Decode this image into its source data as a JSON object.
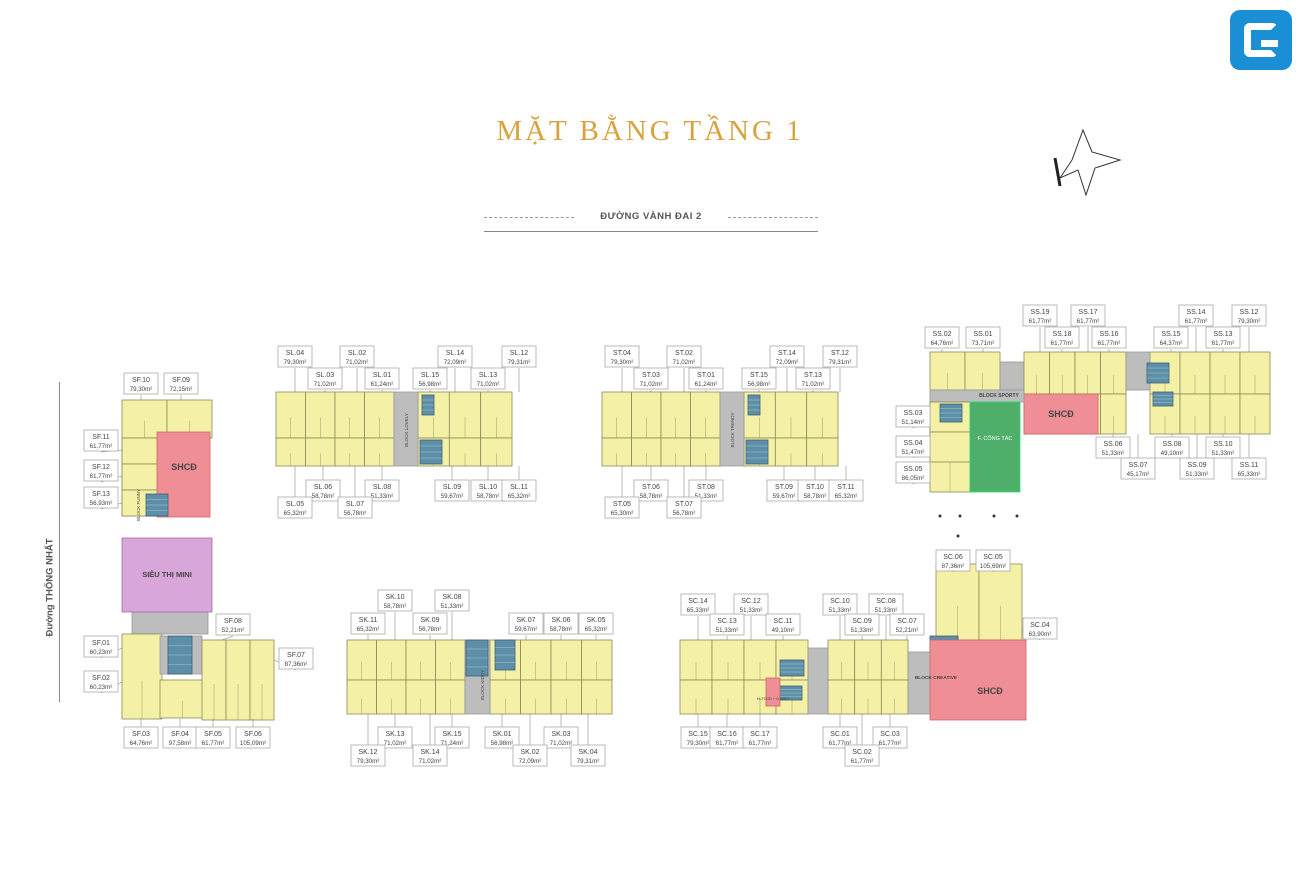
{
  "title": "MẶT BẰNG TẦNG 1",
  "road_top": "ĐƯỜNG VÀNH ĐAI 2",
  "road_left": "Đường THỐNG NHẤT",
  "colors": {
    "unit": "#f4f1a6",
    "unit_border": "#8a8a5a",
    "corridor": "#bdbdbd",
    "core": "#5f8ea8",
    "shcd": "#ef8f95",
    "market": "#d9a6d9",
    "garden": "#4fae6a",
    "text": "#444444",
    "title": "#d8a33f",
    "logo": "#1b8fd6"
  },
  "blocks": {
    "sf_tag": "BLOCK FUNNY",
    "sl_tag": "BLOCK LOVELY",
    "st_tag": "BLOCK TRENDY",
    "sk_tag": "BLOCK KIDDY",
    "ss_tag": "BLOCK SPORTY",
    "sc_tag": "BLOCK CREATIVE",
    "supermarket": "SIÊU THỊ MINI",
    "shcd": "SHCĐ",
    "garden": "F. CÔNG TÁC",
    "hifood": "HI-FOOD + COMBO"
  },
  "units": [
    {
      "id": "SF.10",
      "area": "79,30m²"
    },
    {
      "id": "SF.09",
      "area": "72,15m²"
    },
    {
      "id": "SF.11",
      "area": "61,77m²"
    },
    {
      "id": "SF.12",
      "area": "61,77m²"
    },
    {
      "id": "SF.13",
      "area": "56,93m²"
    },
    {
      "id": "SF.08",
      "area": "52,21m²"
    },
    {
      "id": "SF.01",
      "area": "60,23m²"
    },
    {
      "id": "SF.02",
      "area": "60,23m²"
    },
    {
      "id": "SF.07",
      "area": "87,36m²"
    },
    {
      "id": "SF.03",
      "area": "64,76m²"
    },
    {
      "id": "SF.04",
      "area": "97,58m²"
    },
    {
      "id": "SF.05",
      "area": "61,77m²"
    },
    {
      "id": "SF.06",
      "area": "105,09m²"
    },
    {
      "id": "SL.04",
      "area": "79,30m²"
    },
    {
      "id": "SL.02",
      "area": "71,02m²"
    },
    {
      "id": "SL.14",
      "area": "72,09m²"
    },
    {
      "id": "SL.12",
      "area": "79,31m²"
    },
    {
      "id": "SL.03",
      "area": "71,02m²"
    },
    {
      "id": "SL.01",
      "area": "61,24m²"
    },
    {
      "id": "SL.15",
      "area": "56,98m²"
    },
    {
      "id": "SL.13",
      "area": "71,02m²"
    },
    {
      "id": "SL.05",
      "area": "65,32m²"
    },
    {
      "id": "SL.06",
      "area": "58,78m²"
    },
    {
      "id": "SL.08",
      "area": "51,33m²"
    },
    {
      "id": "SL.09",
      "area": "59,67m²"
    },
    {
      "id": "SL.10",
      "area": "58,78m²"
    },
    {
      "id": "SL.11",
      "area": "65,32m²"
    },
    {
      "id": "SL.07",
      "area": "56,78m²"
    },
    {
      "id": "ST.04",
      "area": "79,30m²"
    },
    {
      "id": "ST.02",
      "area": "71,02m²"
    },
    {
      "id": "ST.14",
      "area": "72,09m²"
    },
    {
      "id": "ST.12",
      "area": "79,31m²"
    },
    {
      "id": "ST.03",
      "area": "71,02m²"
    },
    {
      "id": "ST.01",
      "area": "61,24m²"
    },
    {
      "id": "ST.15",
      "area": "56,98m²"
    },
    {
      "id": "ST.13",
      "area": "71,02m²"
    },
    {
      "id": "ST.06",
      "area": "58,78m²"
    },
    {
      "id": "ST.08",
      "area": "51,33m²"
    },
    {
      "id": "ST.09",
      "area": "59,67m²"
    },
    {
      "id": "ST.10",
      "area": "58,78m²"
    },
    {
      "id": "ST.11",
      "area": "65,32m²"
    },
    {
      "id": "ST.05",
      "area": "65,30m²"
    },
    {
      "id": "ST.07",
      "area": "56,78m²"
    },
    {
      "id": "SS.19",
      "area": "61,77m²"
    },
    {
      "id": "SS.17",
      "area": "61,77m²"
    },
    {
      "id": "SS.14",
      "area": "61,77m²"
    },
    {
      "id": "SS.12",
      "area": "79,30m²"
    },
    {
      "id": "SS.02",
      "area": "64,76m²"
    },
    {
      "id": "SS.01",
      "area": "73,71m²"
    },
    {
      "id": "SS.18",
      "area": "61,77m²"
    },
    {
      "id": "SS.16",
      "area": "61,77m²"
    },
    {
      "id": "SS.15",
      "area": "64,37m²"
    },
    {
      "id": "SS.13",
      "area": "61,77m²"
    },
    {
      "id": "SS.03",
      "area": "51,14m²"
    },
    {
      "id": "SS.04",
      "area": "51,47m²"
    },
    {
      "id": "SS.05",
      "area": "86,05m²"
    },
    {
      "id": "SS.06",
      "area": "51,33m²"
    },
    {
      "id": "SS.08",
      "area": "49,10m²"
    },
    {
      "id": "SS.10",
      "area": "51,33m²"
    },
    {
      "id": "SS.07",
      "area": "45,17m²"
    },
    {
      "id": "SS.09",
      "area": "51,33m²"
    },
    {
      "id": "SS.11",
      "area": "65,33m²"
    },
    {
      "id": "SK.10",
      "area": "58,78m²"
    },
    {
      "id": "SK.08",
      "area": "51,33m²"
    },
    {
      "id": "SK.11",
      "area": "65,32m²"
    },
    {
      "id": "SK.09",
      "area": "56,78m²"
    },
    {
      "id": "SK.07",
      "area": "59,67m²"
    },
    {
      "id": "SK.06",
      "area": "58,78m²"
    },
    {
      "id": "SK.05",
      "area": "65,32m²"
    },
    {
      "id": "SK.13",
      "area": "71,02m²"
    },
    {
      "id": "SK.15",
      "area": "71,24m²"
    },
    {
      "id": "SK.01",
      "area": "56,98m²"
    },
    {
      "id": "SK.03",
      "area": "71,02m²"
    },
    {
      "id": "SK.12",
      "area": "79,30m²"
    },
    {
      "id": "SK.14",
      "area": "71,02m²"
    },
    {
      "id": "SK.02",
      "area": "72,09m²"
    },
    {
      "id": "SK.04",
      "area": "79,31m²"
    },
    {
      "id": "SC.06",
      "area": "87,36m²"
    },
    {
      "id": "SC.05",
      "area": "105,69m²"
    },
    {
      "id": "SC.14",
      "area": "65,33m²"
    },
    {
      "id": "SC.12",
      "area": "51,33m²"
    },
    {
      "id": "SC.10",
      "area": "51,33m²"
    },
    {
      "id": "SC.08",
      "area": "51,33m²"
    },
    {
      "id": "SC.13",
      "area": "51,33m²"
    },
    {
      "id": "SC.11",
      "area": "49,10m²"
    },
    {
      "id": "SC.09",
      "area": "51,33m²"
    },
    {
      "id": "SC.07",
      "area": "52,21m²"
    },
    {
      "id": "SC.04",
      "area": "63,90m²"
    },
    {
      "id": "SC.15",
      "area": "79,30m²"
    },
    {
      "id": "SC.16",
      "area": "61,77m²"
    },
    {
      "id": "SC.17",
      "area": "61,77m²"
    },
    {
      "id": "SC.01",
      "area": "61,77m²"
    },
    {
      "id": "SC.03",
      "area": "61,77m²"
    },
    {
      "id": "SC.02",
      "area": "61,77m²"
    }
  ]
}
